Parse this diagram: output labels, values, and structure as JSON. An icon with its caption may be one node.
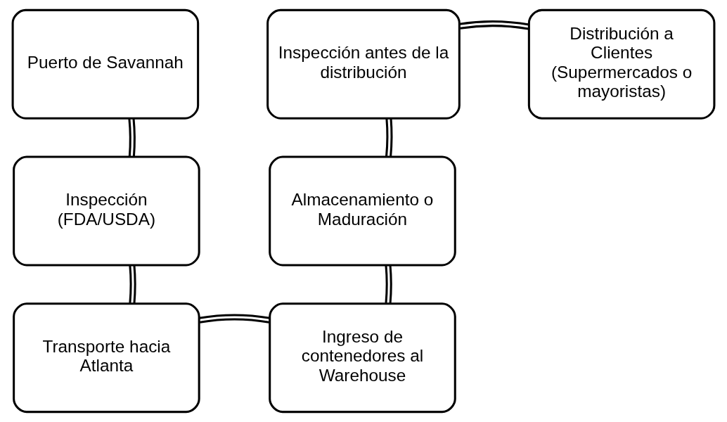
{
  "diagram": {
    "nodes": [
      {
        "text": [
          "Puerto de Savannah"
        ]
      },
      {
        "text": [
          "Inspección (FDA/USDA)"
        ]
      },
      {
        "text": [
          "Transporte hacia Atlanta"
        ]
      },
      {
        "text": [
          "Ingreso de contenedores al Warehouse"
        ]
      },
      {
        "text": [
          "Almacenamiento o Maduración"
        ]
      },
      {
        "text": [
          "Inspección antes de la distribución"
        ]
      },
      {
        "text": [
          "Distribución a Clientes (Supermercados o mayoristas)"
        ]
      }
    ],
    "edges": [
      {
        "from": 0,
        "to": 1,
        "arrow": "none"
      },
      {
        "from": 1,
        "to": 2,
        "arrow": "none"
      },
      {
        "from": 2,
        "to": 3,
        "arrow": "none"
      },
      {
        "from": 3,
        "to": 4,
        "arrow": "none"
      },
      {
        "from": 4,
        "to": 5,
        "arrow": "none"
      },
      {
        "from": 5,
        "to": 6,
        "arrow": "none"
      }
    ]
  }
}
